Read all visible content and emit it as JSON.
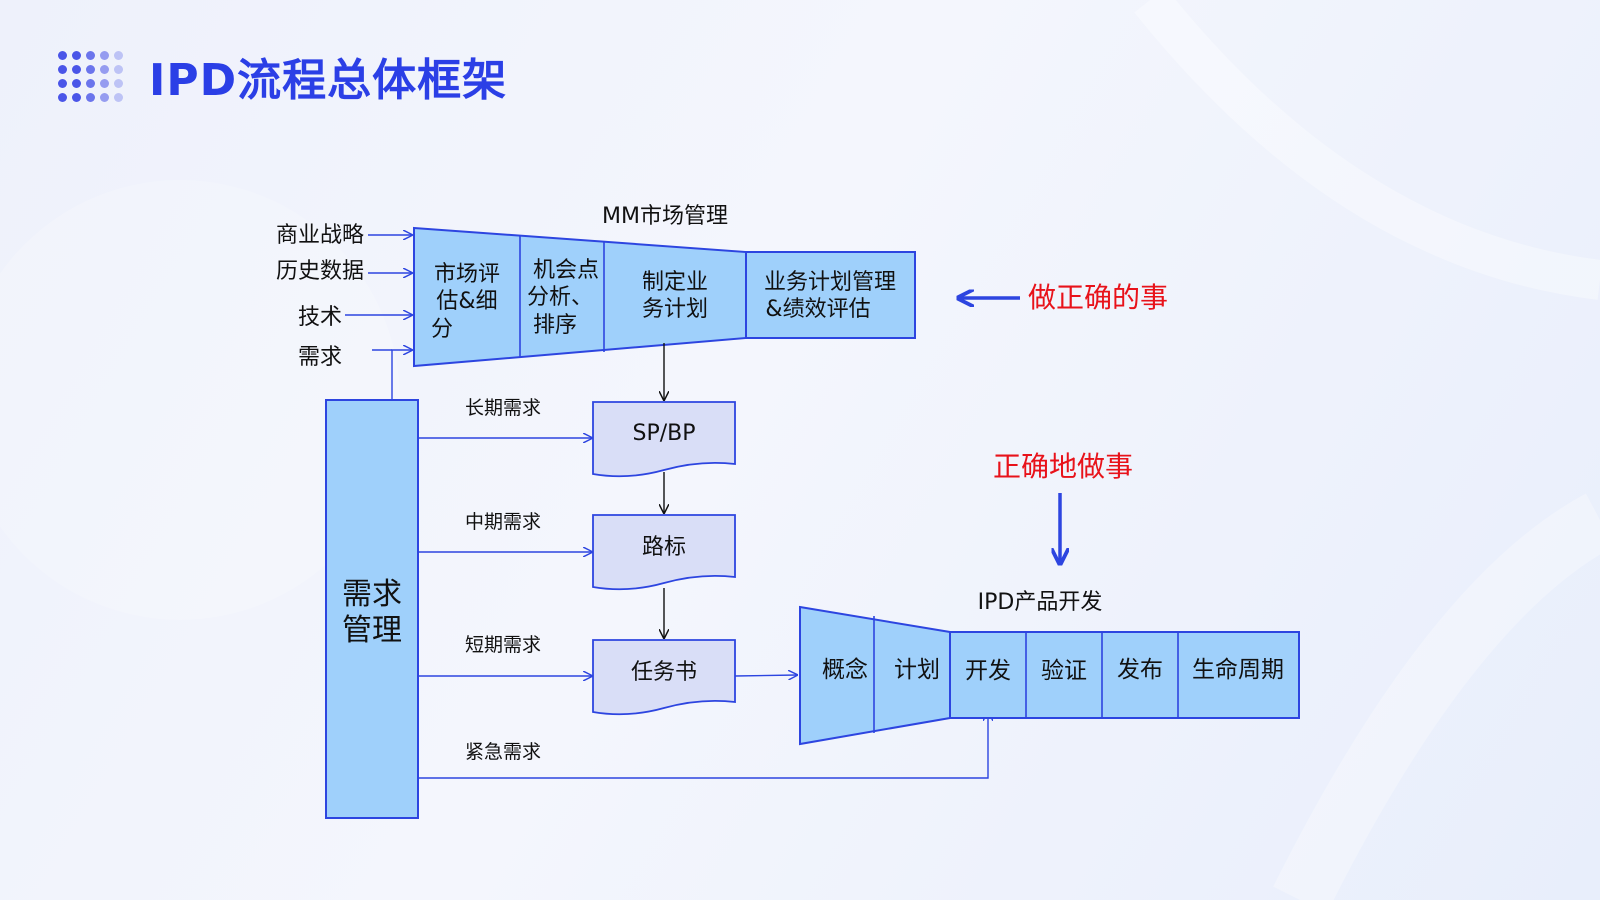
{
  "title": "IPD流程总体框架",
  "colors": {
    "title": "#2b3fe6",
    "box_fill": "#9fd0fb",
    "box_stroke": "#2d45e0",
    "doc_fill": "#d9def7",
    "connector": "#2d45e0",
    "emphasis": "#e8121a"
  },
  "inputs": [
    "商业战略",
    "历史数据",
    "技术",
    "需求"
  ],
  "mm": {
    "label": "MM市场管理",
    "stages": [
      [
        "市场评",
        "估&细",
        "分"
      ],
      [
        "机会点",
        "分析、",
        "排序"
      ],
      [
        "制定业",
        "务计划"
      ],
      [
        "业务计划管理",
        "&绩效评估"
      ]
    ]
  },
  "demand_mgmt": {
    "lines": [
      "需求",
      "管理"
    ]
  },
  "demand_types": [
    "长期需求",
    "中期需求",
    "短期需求",
    "紧急需求"
  ],
  "docs": [
    "SP/BP",
    "路标",
    "任务书"
  ],
  "ipd": {
    "label": "IPD产品开发",
    "stages": [
      "概念",
      "计划",
      "开发",
      "验证",
      "发布",
      "生命周期"
    ]
  },
  "callouts": {
    "right_thing": "做正确的事",
    "thing_right": "正确地做事"
  }
}
